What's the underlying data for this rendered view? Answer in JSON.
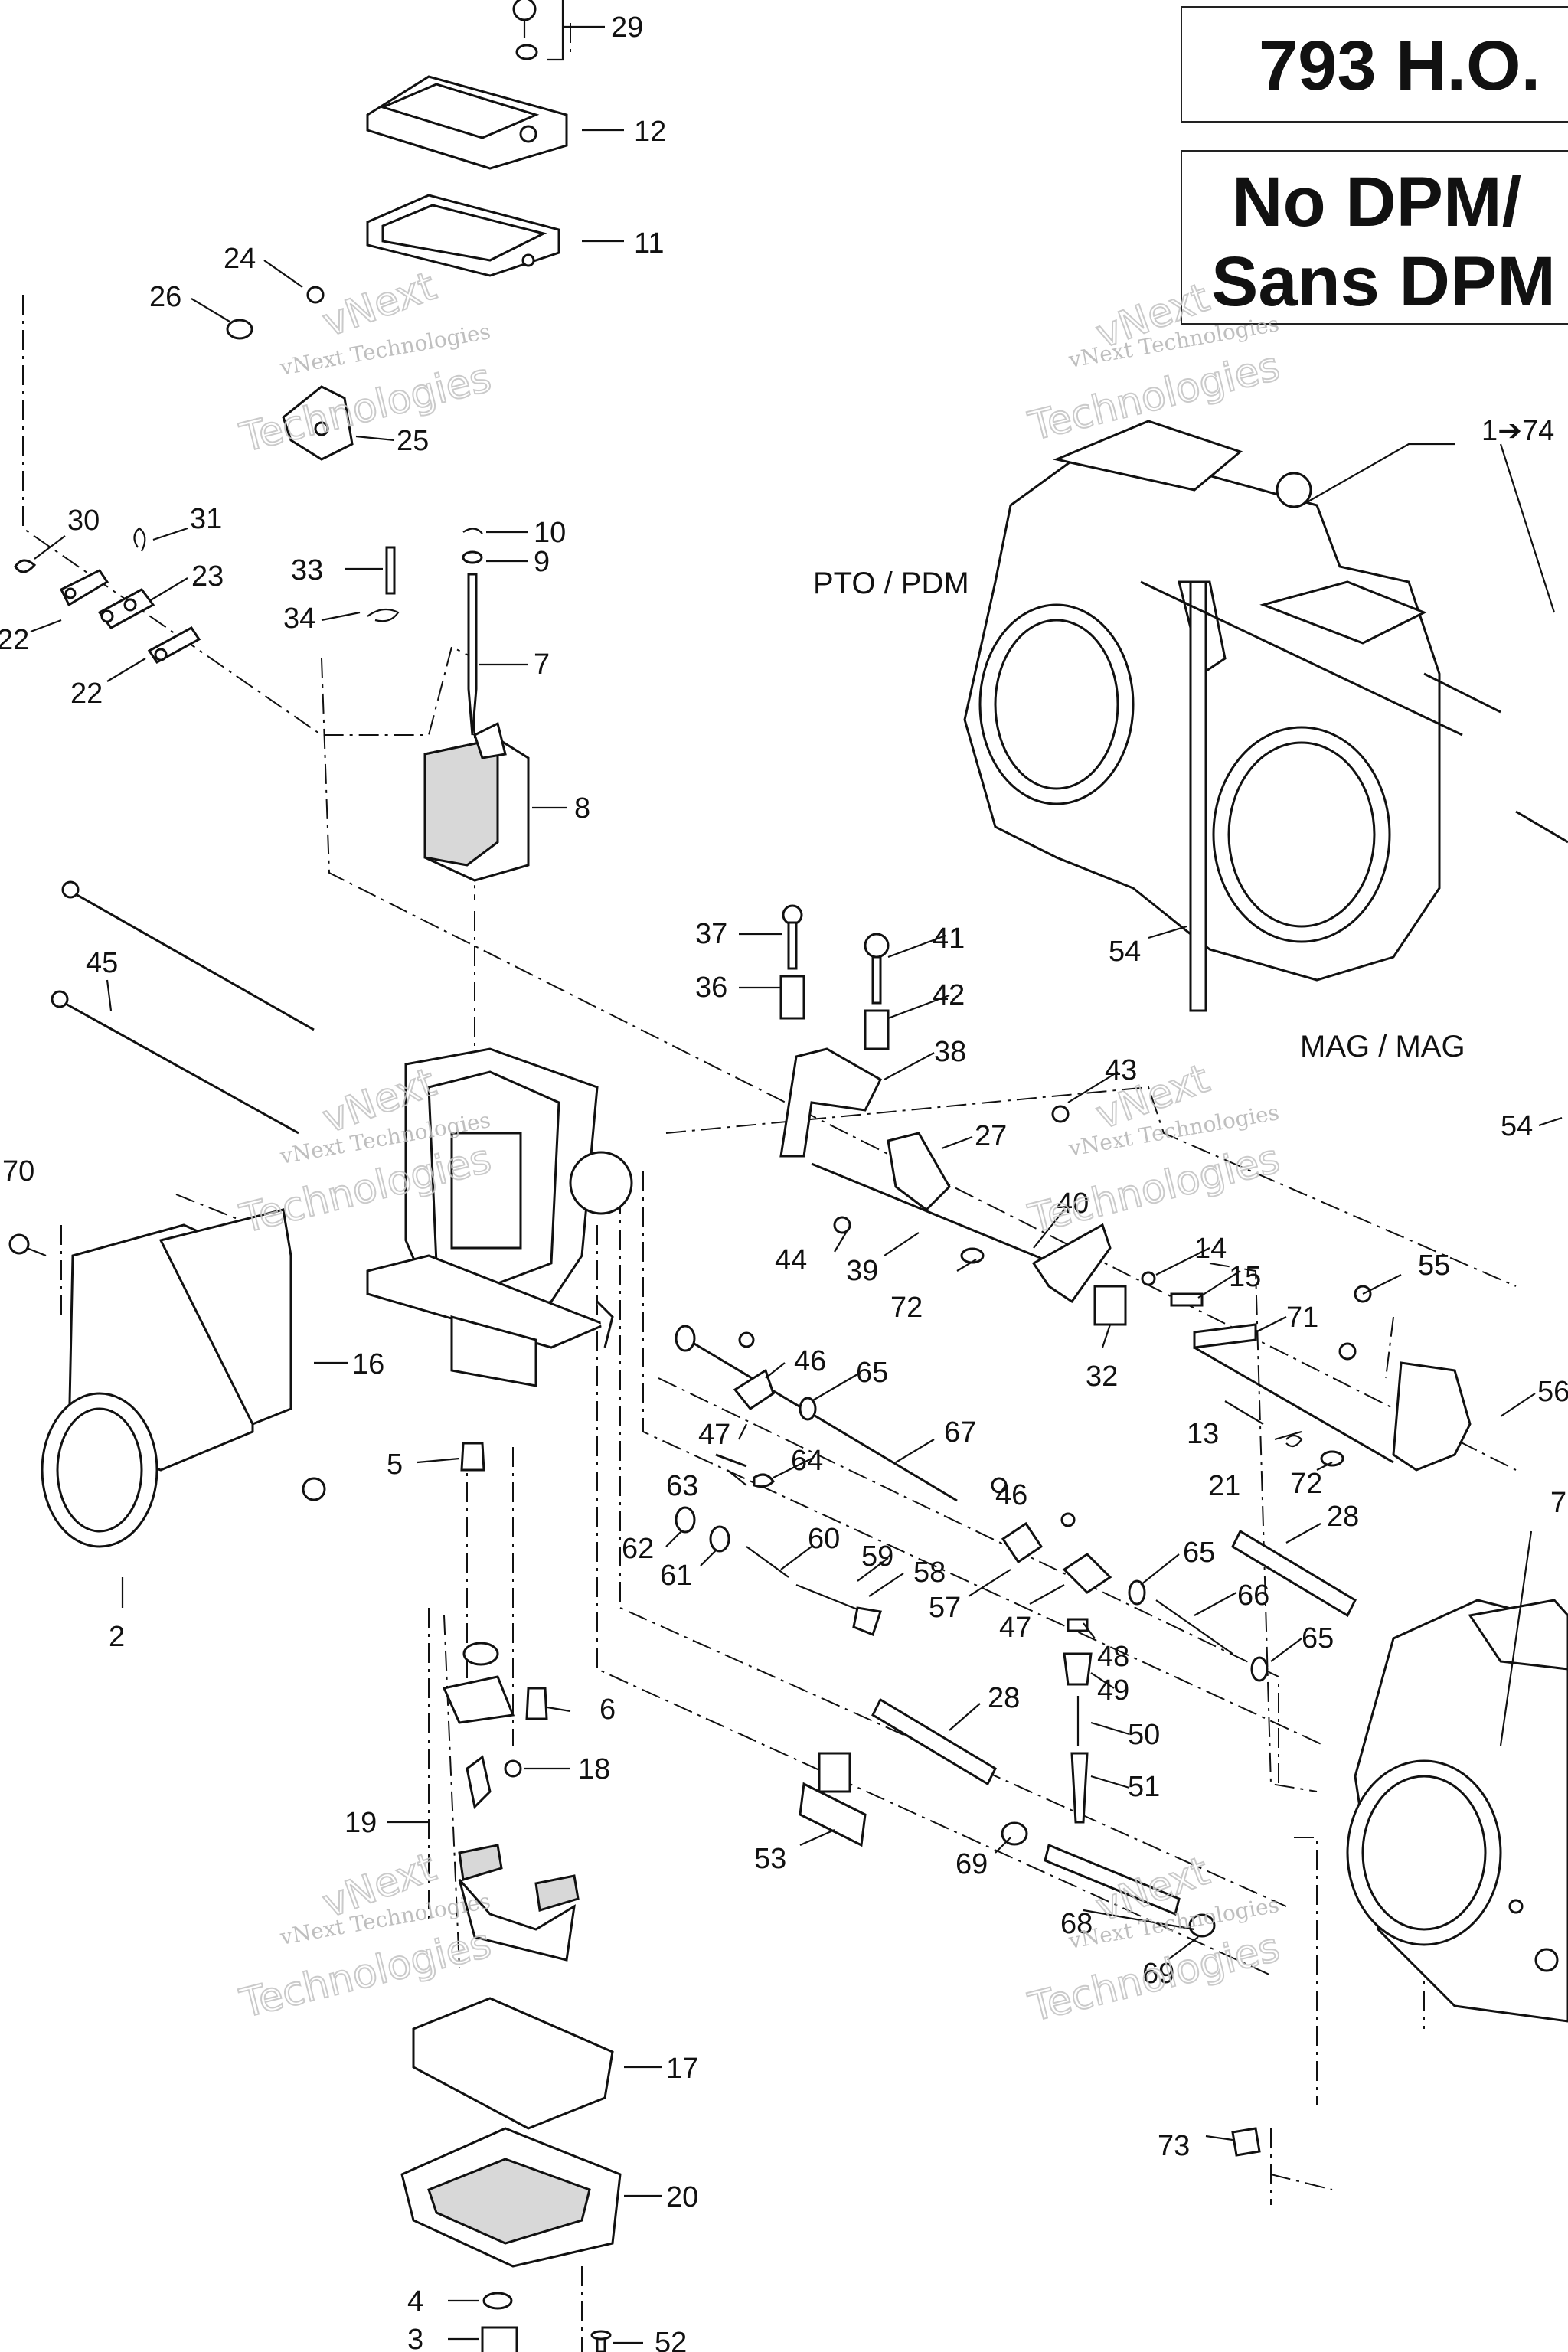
{
  "title": {
    "model": "793 H.O.",
    "variant_line1": "No DPM/",
    "variant_line2": "Sans DPM"
  },
  "zone_labels": {
    "pto": "PTO / PDM",
    "mag": "MAG / MAG"
  },
  "range_label": "1➔74",
  "watermark": {
    "line1": "vNext Technologies",
    "line2": "vNext",
    "line3": "Technologies"
  },
  "callouts": [
    "29",
    "12",
    "11",
    "24",
    "26",
    "25",
    "30",
    "31",
    "23",
    "22",
    "22",
    "10",
    "9",
    "33",
    "34",
    "7",
    "8",
    "45",
    "37",
    "41",
    "36",
    "42",
    "38",
    "43",
    "70",
    "27",
    "44",
    "39",
    "40",
    "14",
    "15",
    "71",
    "72",
    "32",
    "16",
    "46",
    "65",
    "55",
    "56",
    "13",
    "5",
    "47",
    "64",
    "63",
    "67",
    "21",
    "72",
    "28",
    "62",
    "61",
    "60",
    "59",
    "58",
    "57",
    "46",
    "47",
    "65",
    "66",
    "65",
    "48",
    "49",
    "2",
    "6",
    "18",
    "28",
    "50",
    "51",
    "53",
    "69",
    "19",
    "68",
    "69",
    "17",
    "20",
    "4",
    "3",
    "52",
    "73",
    "54",
    "54",
    "7"
  ]
}
